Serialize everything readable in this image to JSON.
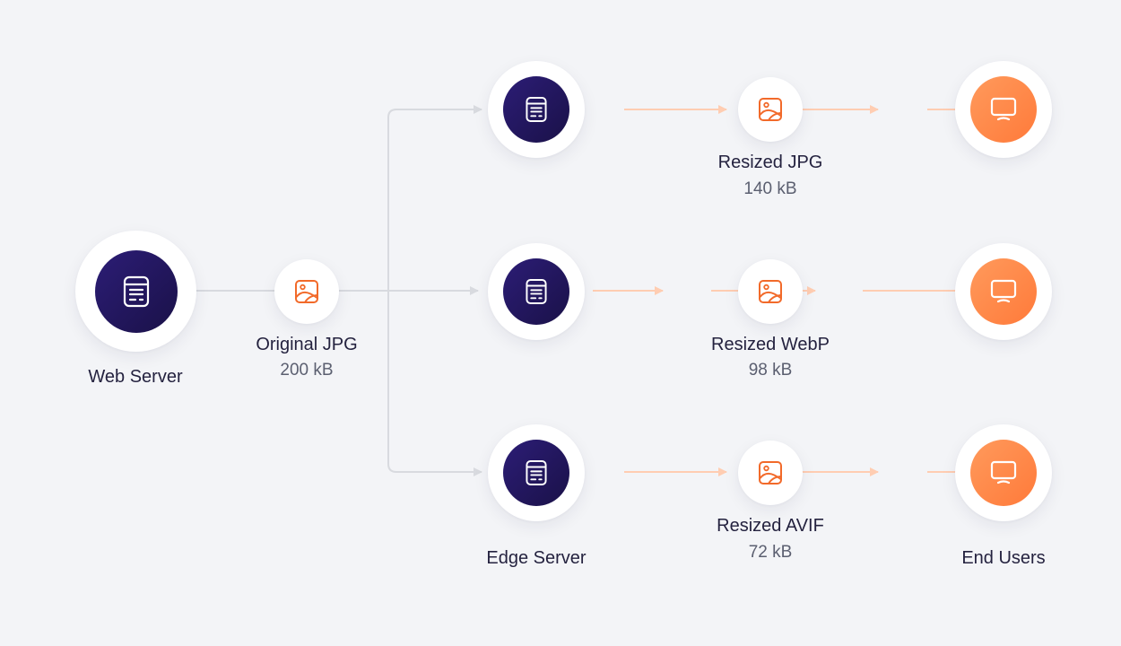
{
  "colors": {
    "background": "#f3f4f7",
    "server_core": "#221563",
    "user_core": "#ff8a4a",
    "image_icon": "#f26a2a",
    "gray_connector": "#d8dadf",
    "orange_connector": "#ffcdb2"
  },
  "nodes": {
    "web_server": {
      "label": "Web Server",
      "icon": "server-icon"
    },
    "original_image": {
      "label": "Original JPG",
      "size": "200 kB",
      "icon": "image-icon"
    },
    "edge_server": {
      "label": "Edge Server",
      "icon": "server-icon"
    },
    "end_users": {
      "label": "End Users",
      "icon": "monitor-icon"
    },
    "variants": [
      {
        "label": "Resized JPG",
        "size": "140 kB",
        "icon": "image-icon"
      },
      {
        "label": "Resized WebP",
        "size": "98 kB",
        "icon": "image-icon"
      },
      {
        "label": "Resized AVIF",
        "size": "72 kB",
        "icon": "image-icon"
      }
    ]
  }
}
